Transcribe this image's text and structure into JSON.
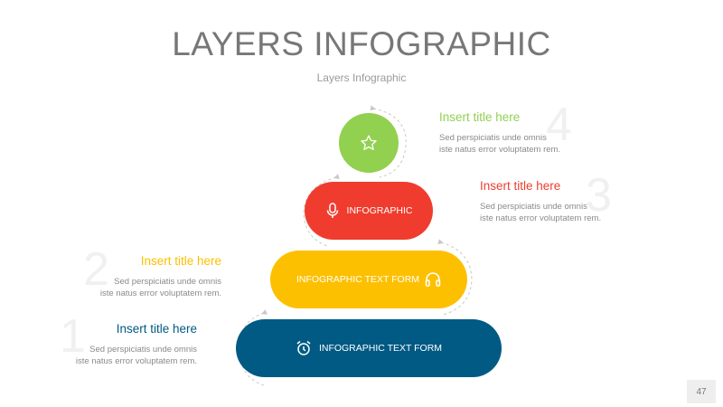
{
  "page": {
    "title": "LAYERS INFOGRAPHIC",
    "subtitle": "Layers Infographic",
    "page_number": "47"
  },
  "colors": {
    "green": "#92d050",
    "red": "#f03c2e",
    "yellow": "#fdc000",
    "blue": "#015a83",
    "title_gray": "#777777"
  },
  "layers": [
    {
      "label": "",
      "icon": "star-icon",
      "color": "#92d050"
    },
    {
      "label": "INFOGRAPHIC",
      "icon": "microphone-icon",
      "color": "#f03c2e"
    },
    {
      "label": "INFOGRAPHIC TEXT FORM",
      "icon": "headphones-icon",
      "color": "#fdc000"
    },
    {
      "label": "INFOGRAPHIC TEXT FORM",
      "icon": "alarm-clock-icon",
      "color": "#015a83"
    }
  ],
  "blocks": [
    {
      "number": "4",
      "title": "Insert title here",
      "line1": "Sed perspiciatis unde omnis",
      "line2": "iste natus error voluptatem rem.",
      "color": "#92d050"
    },
    {
      "number": "3",
      "title": "Insert title here",
      "line1": "Sed perspiciatis unde omnis",
      "line2": "iste natus error voluptatem rem.",
      "color": "#f03c2e"
    },
    {
      "number": "2",
      "title": "Insert title here",
      "line1": "Sed perspiciatis unde omnis",
      "line2": "iste natus error voluptatem rem.",
      "color": "#fdc000"
    },
    {
      "number": "1",
      "title": "Insert title here",
      "line1": "Sed perspiciatis unde omnis",
      "line2": "iste natus error voluptatem rem.",
      "color": "#015a83"
    }
  ]
}
